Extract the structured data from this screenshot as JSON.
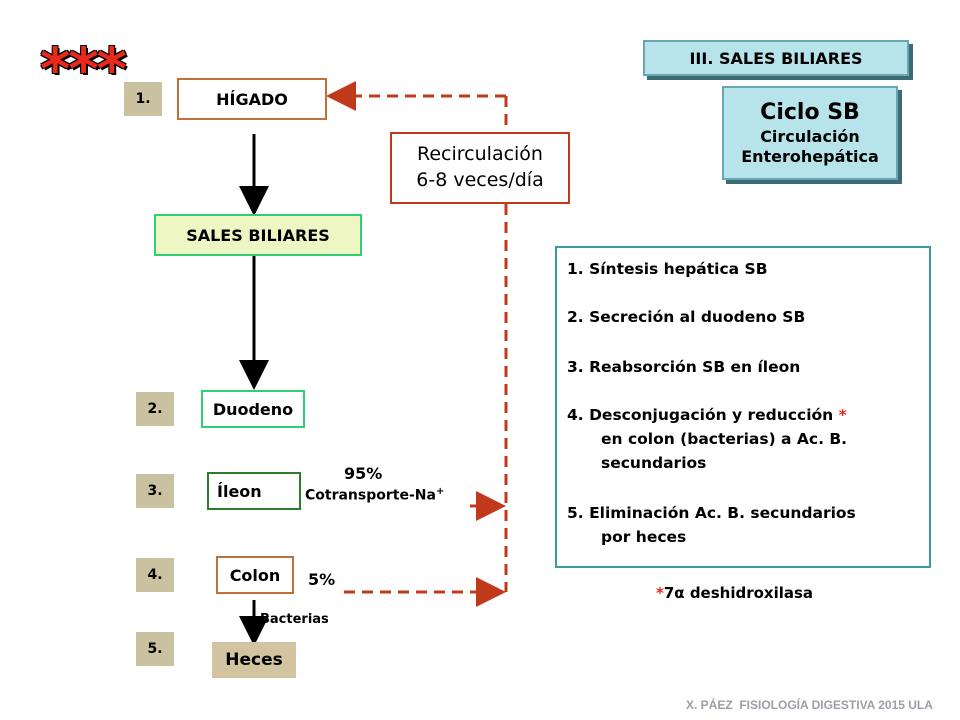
{
  "header": {
    "stars": "***",
    "section": "III. SALES BILIARES",
    "cycle_title": "Ciclo SB",
    "cycle_sub1": "Circulación",
    "cycle_sub2": "Enterohepática"
  },
  "flow": {
    "n1": "1.",
    "n2": "2.",
    "n3": "3.",
    "n4": "4.",
    "n5": "5.",
    "higado": "HÍGADO",
    "sales": "SALES BILIARES",
    "duodeno": "Duodeno",
    "ileon": "Íleon",
    "colon": "Colon",
    "heces": "Heces",
    "bacterias": "Bacterias",
    "pct95": "95%",
    "cotransporte": "Cotransporte-Na",
    "cotransporte_sup": "+",
    "pct5": "5%",
    "recirc1": "Recirculación",
    "recirc2": "6-8 veces/día"
  },
  "steps": {
    "s1": "1. Síntesis hepática SB",
    "s2": "2. Secreción al duodeno SB",
    "s3": "3. Reabsorción SB en íleon",
    "s4a": "4. Desconjugación y reducción",
    "s4star": "*",
    "s4b": "en colon (bacterias) a Ac. B.",
    "s4c": "secundarios",
    "s5a": "5.  Eliminación Ac. B. secundarios",
    "s5b": "por heces"
  },
  "note": {
    "star": "*",
    "text": "7α deshidroxilasa"
  },
  "footer": "X. PÁEZ  FISIOLOGÍA DIGESTIVA 2015 ULA",
  "colors": {
    "brown_border": "#c0703a",
    "green_border": "#2e7d2e",
    "bright_green_border": "#2fd073",
    "sales_bg": "#eef6c4",
    "heces_bg": "#d2c4a0",
    "dash_red": "#c0391b",
    "teal_border": "#3a9aa0"
  }
}
